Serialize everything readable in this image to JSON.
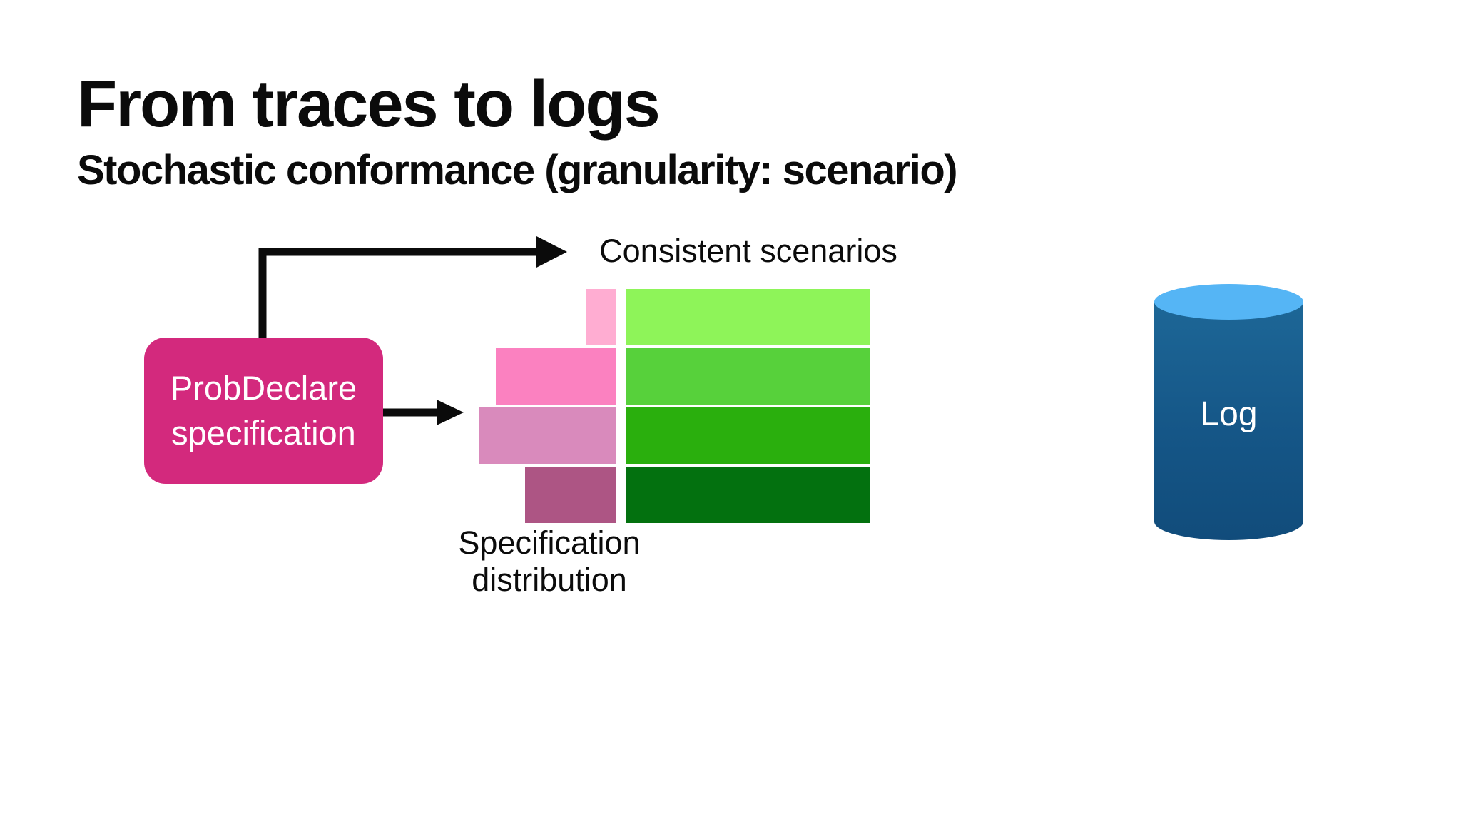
{
  "slide": {
    "title": "From traces to logs",
    "subtitle": "Stochastic conformance (granularity: scenario)"
  },
  "diagram": {
    "spec_box_label": "ProbDeclare\nspecification",
    "consistent_scenarios_label": "Consistent scenarios",
    "distribution_label": "Specification\ndistribution",
    "log_label": "Log"
  },
  "colors": {
    "spec_box": "#d3297d",
    "arrow": "#0b0b0b",
    "cylinder_top": "#55b5f5",
    "cylinder_body_light": "#1d6797",
    "cylinder_body_dark": "#114c7b",
    "text_on_dark": "#ffffff",
    "heading_text": "#0b0b0b"
  },
  "chart_data": {
    "type": "bar",
    "orientation": "horizontal-mirrored",
    "title": "Specification distribution vs consistent scenarios",
    "left_series_name": "Specification distribution",
    "right_series_name": "Consistent scenarios",
    "rows": [
      {
        "index": 1,
        "probability": 0.12,
        "pink": "#ffadd2",
        "green": "#8ef459"
      },
      {
        "index": 2,
        "probability": 0.49,
        "pink": "#fb81c0",
        "green": "#57d13b"
      },
      {
        "index": 3,
        "probability": 0.56,
        "pink": "#d98abc",
        "green": "#2aaf0d"
      },
      {
        "index": 4,
        "probability": 0.37,
        "pink": "#ad5584",
        "green": "#03710f"
      }
    ],
    "notes": "Pink bars are right-aligned, length proportional to each scenario probability; green bars are four equal full-width blocks representing the consistent scenarios.",
    "legend": "none",
    "axes": "none"
  }
}
